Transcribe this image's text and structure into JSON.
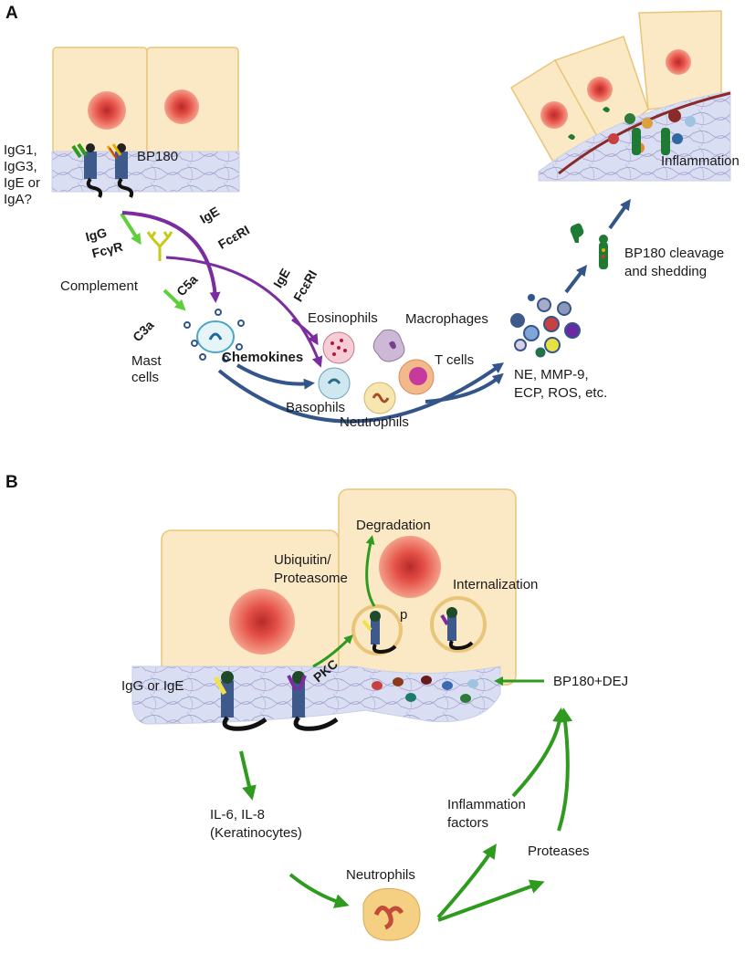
{
  "panel_a": {
    "letter": "A",
    "antibody_isotypes": "IgG1,\nIgG3,\nIgE or\nIgA?",
    "bp180": "BP180",
    "igg": "IgG",
    "fcgr": "FcγR",
    "ige_1": "IgE",
    "fceri_1": "FcεRI",
    "ige_2": "IgE",
    "fceri_2": "FcεRI",
    "complement": "Complement",
    "c5a": "C5a",
    "c3a": "C3a",
    "mast_cells": "Mast\ncells",
    "chemokines": "Chemokines",
    "eosinophils": "Eosinophils",
    "macrophages": "Macrophages",
    "basophils": "Basophils",
    "neutrophils": "Neutrophils",
    "t_cells": "T cells",
    "proteases": "NE, MMP-9,\nECP, ROS, etc.",
    "cleavage": "BP180 cleavage\nand shedding",
    "inflammation": "Inflammation"
  },
  "panel_b": {
    "letter": "B",
    "degradation": "Degradation",
    "ubiquitin": "Ubiquitin/\nProteasome",
    "internalization": "Internalization",
    "p": "p",
    "pkc": "PKC",
    "igg_or_ige": "IgG or IgE",
    "bp180_dej": "BP180+DEJ",
    "il": "IL-6, IL-8\n(Keratinocytes)",
    "inflammation_factors": "Inflammation\nfactors",
    "proteases": "Proteases",
    "neutrophils": "Neutrophils"
  },
  "colors": {
    "cell_fill": "#fbe8c4",
    "cell_border": "#e9c57a",
    "nucleus": "#e04a45",
    "membrane": "#cfd6ef",
    "arrow_green": "#2e9a1e",
    "arrow_light_green": "#5fcf3c",
    "arrow_purple": "#7b2c9e",
    "arrow_blue": "#33558a",
    "dej_red": "#8b2a2a"
  }
}
